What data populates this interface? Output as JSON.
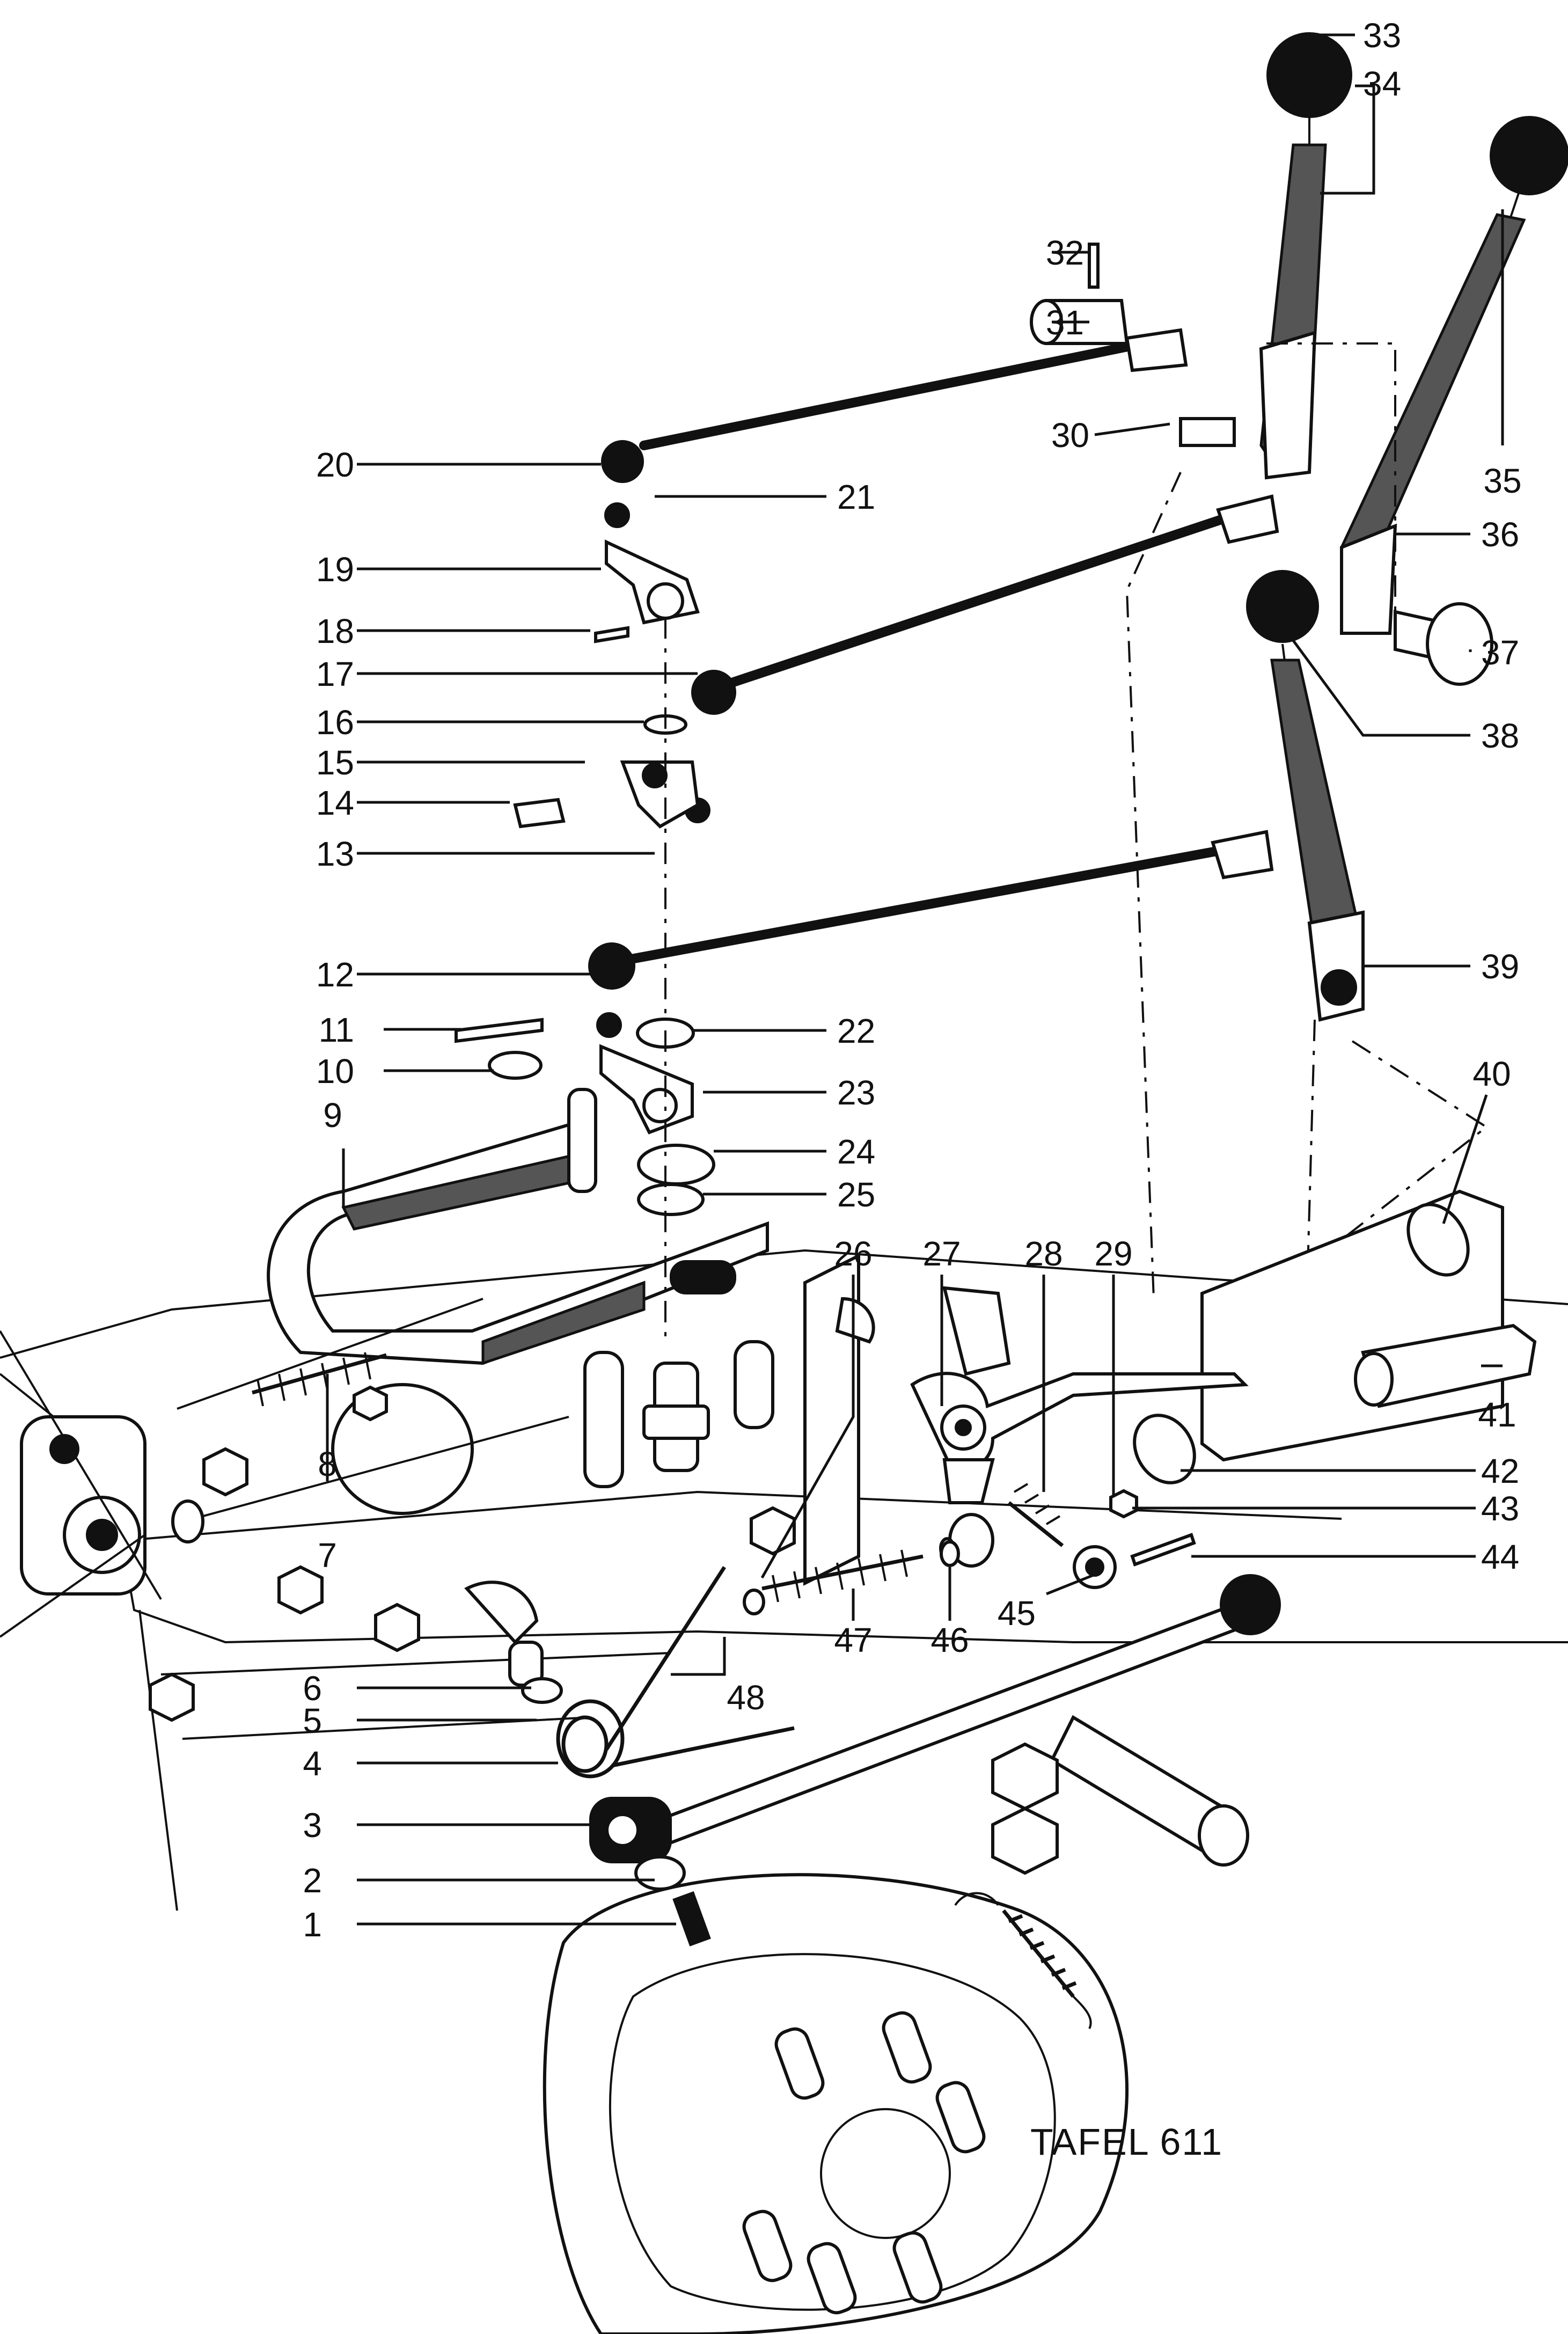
{
  "diagram": {
    "title": "TAFEL 611",
    "callouts": [
      {
        "n": "1"
      },
      {
        "n": "2"
      },
      {
        "n": "3"
      },
      {
        "n": "4"
      },
      {
        "n": "5"
      },
      {
        "n": "6"
      },
      {
        "n": "7"
      },
      {
        "n": "8"
      },
      {
        "n": "9"
      },
      {
        "n": "10"
      },
      {
        "n": "11"
      },
      {
        "n": "12"
      },
      {
        "n": "13"
      },
      {
        "n": "14"
      },
      {
        "n": "15"
      },
      {
        "n": "16"
      },
      {
        "n": "17"
      },
      {
        "n": "18"
      },
      {
        "n": "19"
      },
      {
        "n": "20"
      },
      {
        "n": "21"
      },
      {
        "n": "22"
      },
      {
        "n": "23"
      },
      {
        "n": "24"
      },
      {
        "n": "25"
      },
      {
        "n": "26"
      },
      {
        "n": "27"
      },
      {
        "n": "28"
      },
      {
        "n": "29"
      },
      {
        "n": "30"
      },
      {
        "n": "31"
      },
      {
        "n": "32"
      },
      {
        "n": "33"
      },
      {
        "n": "34"
      },
      {
        "n": "35"
      },
      {
        "n": "36"
      },
      {
        "n": "37"
      },
      {
        "n": "38"
      },
      {
        "n": "39"
      },
      {
        "n": "40"
      },
      {
        "n": "41"
      },
      {
        "n": "42"
      },
      {
        "n": "43"
      },
      {
        "n": "44"
      },
      {
        "n": "45"
      },
      {
        "n": "46"
      },
      {
        "n": "47"
      },
      {
        "n": "48"
      }
    ]
  }
}
